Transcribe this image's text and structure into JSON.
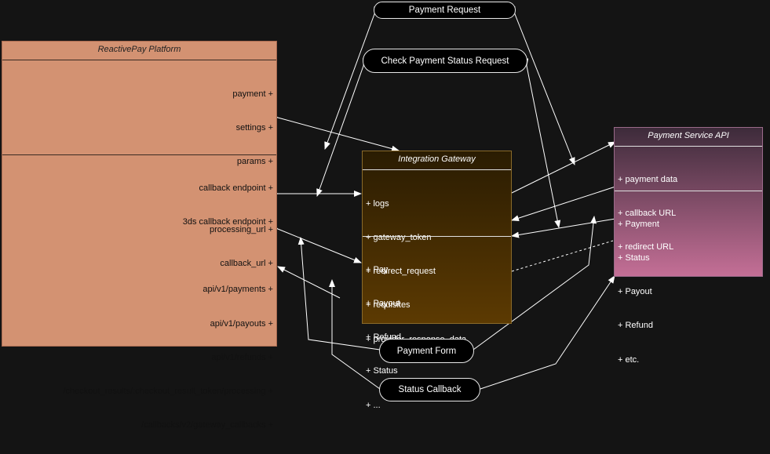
{
  "diagram": {
    "platform": {
      "title": "ReactivePay Platform",
      "section1": [
        "payment +",
        "settings +",
        "params +",
        "",
        "processing_url +",
        "callback_url +"
      ],
      "section2": [
        "callback endpoint +",
        "3ds callback endpoint +",
        "",
        "api/v1/payments +",
        "api/v1/payouts +",
        "api/v1/refunds +",
        "/checkout_results/:checkout_result_token/processing +",
        "/callbacks/v2/gateway_callbacks +"
      ]
    },
    "gateway": {
      "title": "Integration Gateway",
      "attributes": [
        "+ logs",
        "+ gateway_token",
        "+ redirect_request",
        "+ requisites",
        "+ provider_response_data"
      ],
      "methods": [
        "+ Pay",
        "+ Payout",
        "+ Refund",
        "+ Status",
        "+ ..."
      ]
    },
    "service_api": {
      "title": "Payment Service API",
      "attributes": [
        "+ payment data",
        "+ callback URL",
        "+ redirect URL"
      ],
      "methods": [
        "+ Payment",
        "+ Status",
        "+ Payout",
        "+ Refund",
        "+ etc."
      ]
    },
    "pills": {
      "payment_request": "Payment Request",
      "check_status": "Check Payment Status Request",
      "payment_form": "Payment Form",
      "status_callback": "Status Callback"
    }
  },
  "colors": {
    "platform_fill": "#d39272",
    "gateway_fill_top": "#2a1c02",
    "gateway_fill_bottom": "#5c3a02",
    "service_fill_top": "#3d2b3a",
    "service_fill_bottom": "#c46f96",
    "edge": "#ffffff"
  }
}
